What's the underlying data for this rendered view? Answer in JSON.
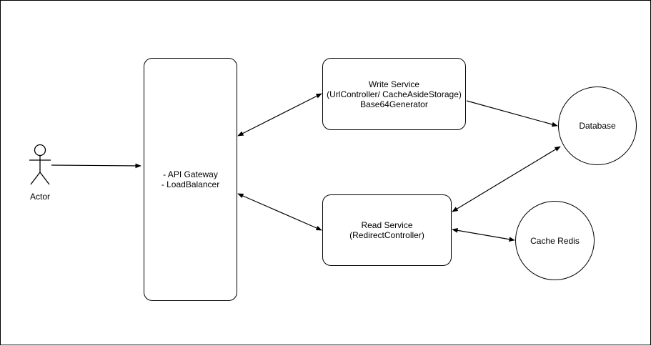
{
  "diagram": {
    "nodes": {
      "actor": {
        "label": "Actor"
      },
      "gateway": {
        "lines": [
          "- API Gateway",
          "- LoadBalancer"
        ]
      },
      "write_service": {
        "lines": [
          "Write Service",
          "(UrlController/ CacheAsideStorage)",
          "Base64Generator"
        ]
      },
      "read_service": {
        "lines": [
          "Read Service",
          "(RedirectController)"
        ]
      },
      "database": {
        "label": "Database"
      },
      "cache": {
        "label": "Cache Redis"
      }
    },
    "edges": [
      {
        "from": "actor",
        "to": "gateway",
        "bidirectional": false
      },
      {
        "from": "gateway",
        "to": "write_service",
        "bidirectional": true
      },
      {
        "from": "gateway",
        "to": "read_service",
        "bidirectional": true
      },
      {
        "from": "write_service",
        "to": "database",
        "bidirectional": false
      },
      {
        "from": "read_service",
        "to": "database",
        "bidirectional": true
      },
      {
        "from": "read_service",
        "to": "cache",
        "bidirectional": true
      }
    ],
    "colors": {
      "stroke": "#000000",
      "fill": "#ffffff"
    }
  }
}
